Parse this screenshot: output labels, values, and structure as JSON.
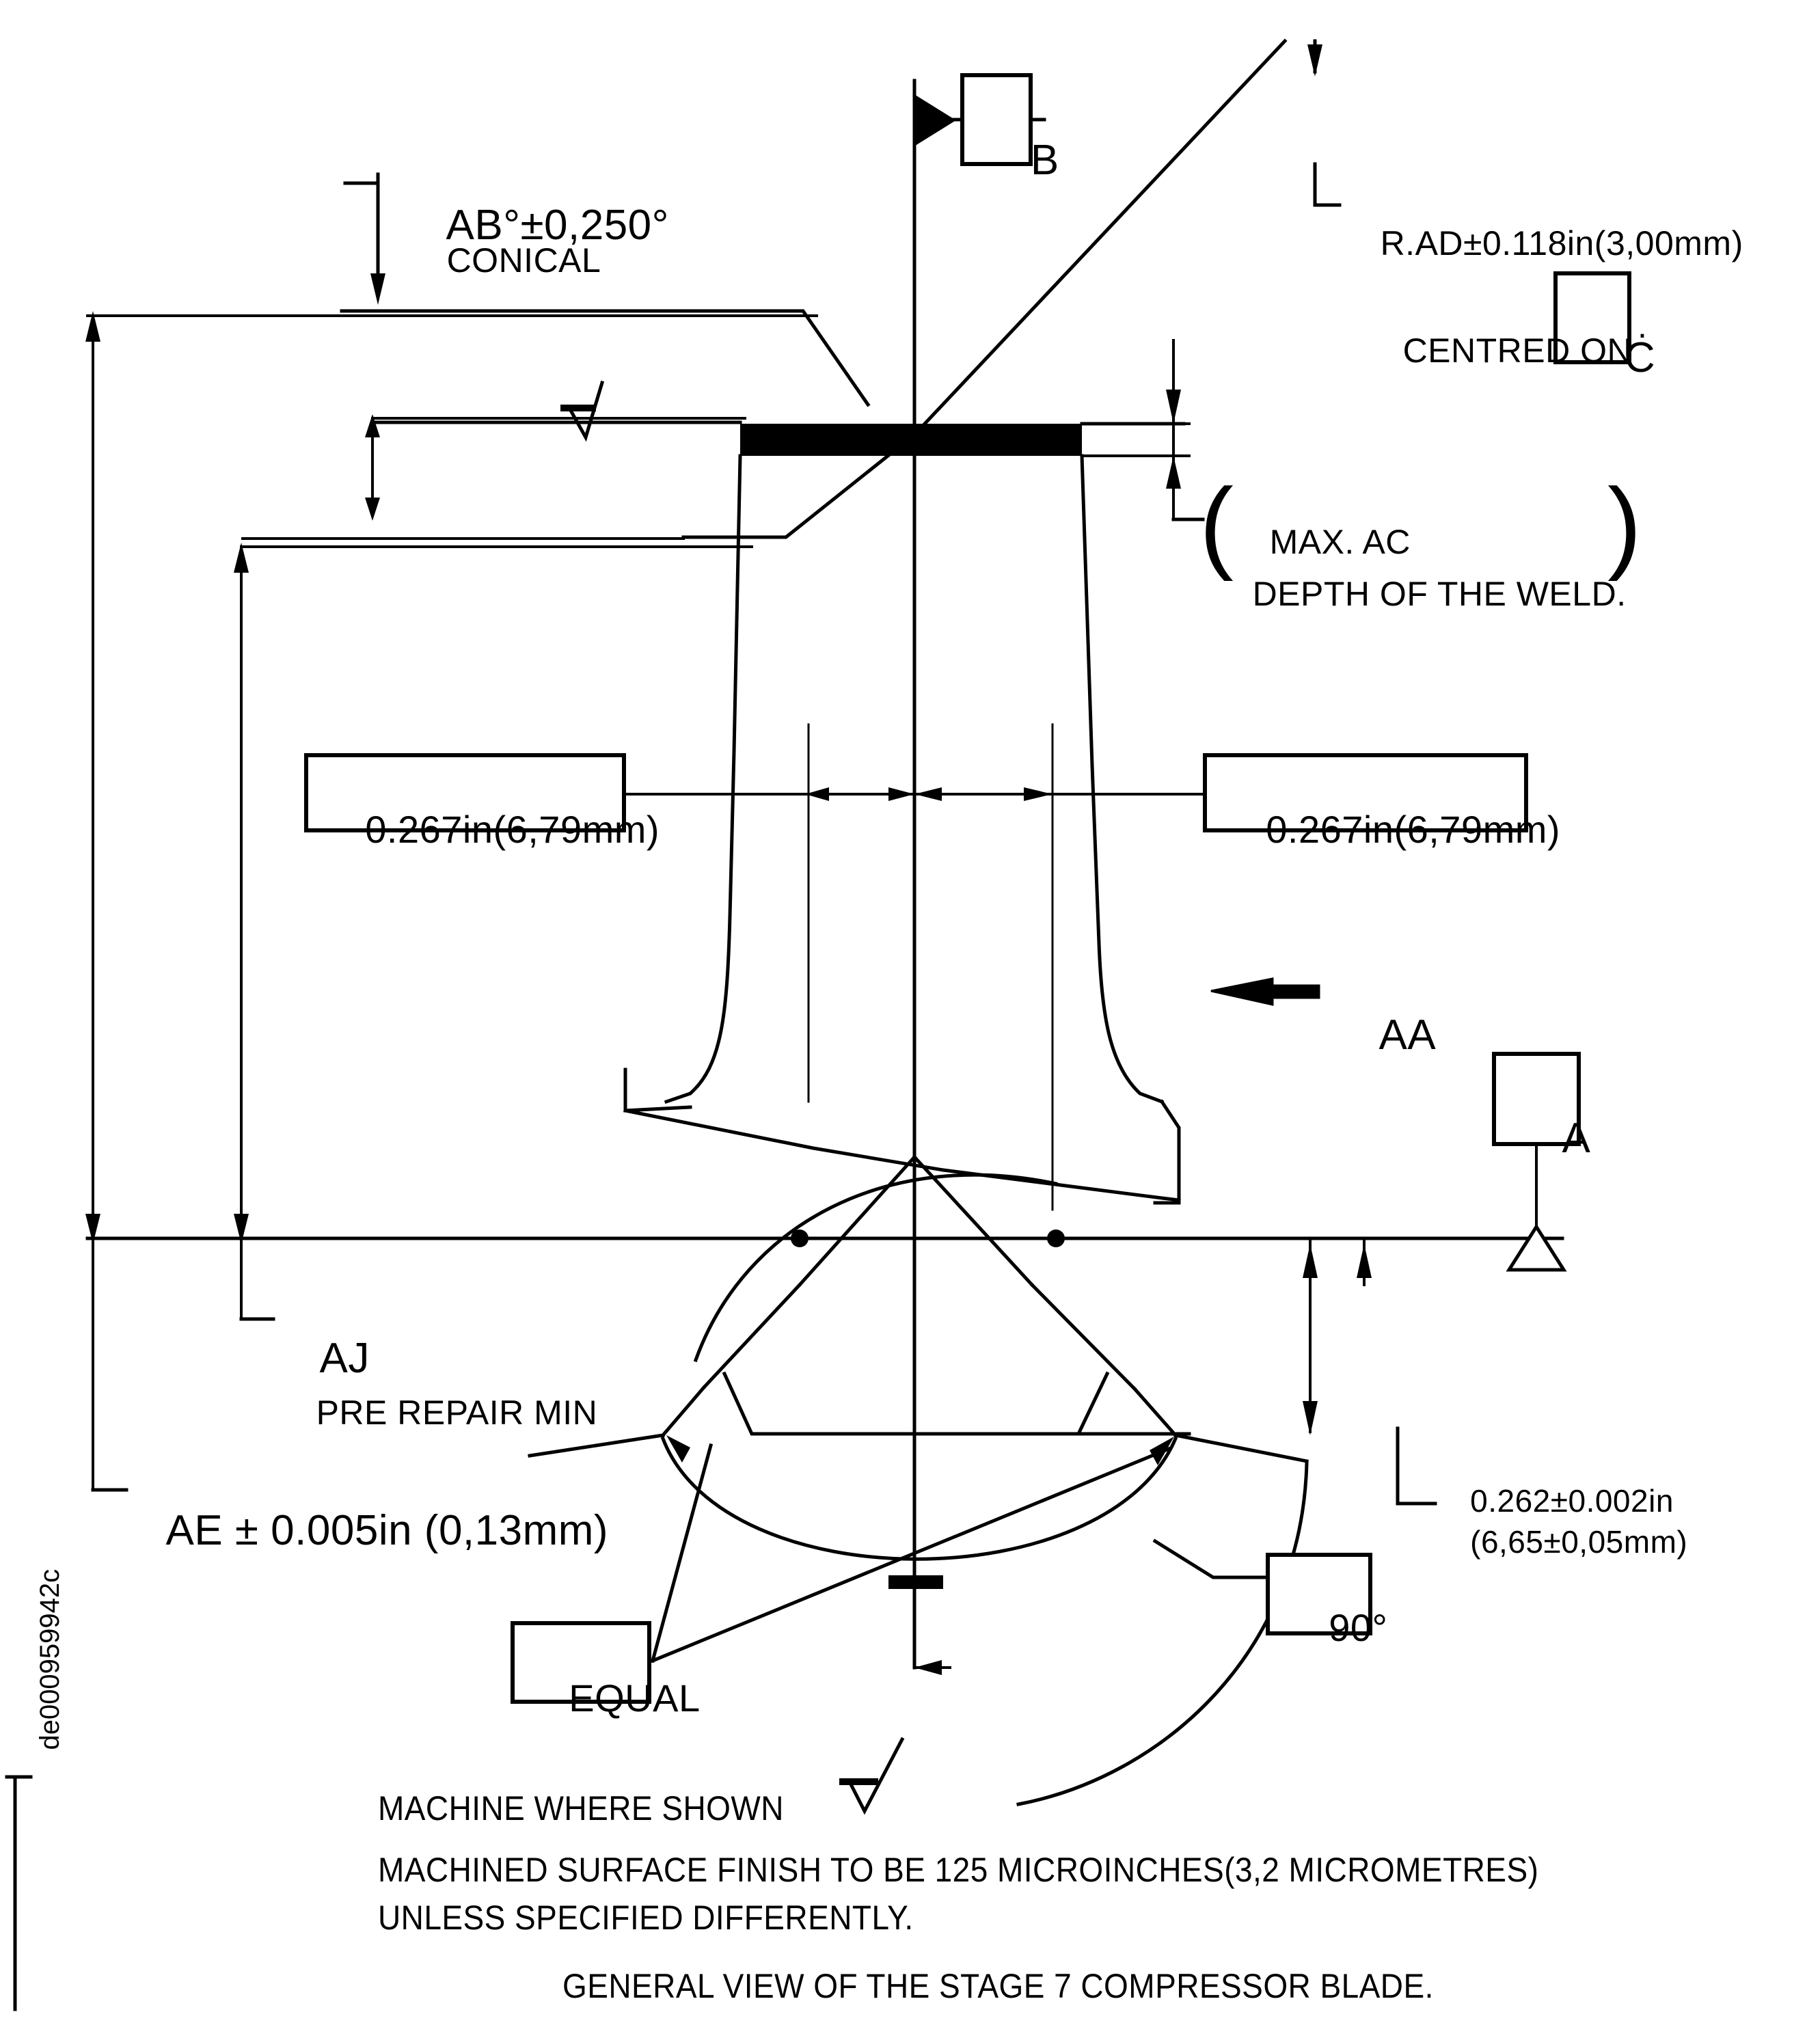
{
  "document": {
    "title": "GENERAL VIEW OF THE STAGE 7 COMPRESSOR BLADE.",
    "sheet_id": "de000959942c"
  },
  "annotations": {
    "conical_angle": "AB°±0,250°",
    "conical_label": "CONICAL",
    "radius": "R.AD±0.118in(3,00mm)",
    "centred_on_text": "CENTRED ON",
    "centred_on_datum": "C",
    "max_ac_line1": "MAX. AC",
    "max_ac_line2": "DEPTH OF THE WELD.",
    "dim_left_box": "0.267in(6,79mm)",
    "dim_right_box": "0.267in(6,79mm)",
    "view_arrow_label": "AA",
    "datum_a": "A",
    "datum_b": "B",
    "aj_label": "AJ",
    "aj_sub": "PRE REPAIR MIN",
    "ae_label": "AE ± 0.005in (0,13mm)",
    "thickness_line1": "0.262±0.002in",
    "thickness_line2": "(6,65±0,05mm)",
    "angle_box": "90°",
    "equal_box": "EQUAL"
  },
  "notes": {
    "line1": "MACHINE WHERE SHOWN",
    "line2": "MACHINED SURFACE FINISH TO BE 125 MICROINCHES(3,2 MICROMETRES)",
    "line3": "UNLESS SPECIFIED DIFFERENTLY.",
    "line4": "GENERAL VIEW OF THE STAGE 7 COMPRESSOR BLADE."
  },
  "icons": {
    "datum_b_triangle": "filled-datum-triangle",
    "datum_a_triangle": "open-datum-triangle",
    "view_arrow": "view-direction-arrow",
    "surface_finish": "surface-finish-checkmark"
  },
  "colors": {
    "line": "#000000",
    "background": "#ffffff",
    "weld_fill": "#000000"
  }
}
